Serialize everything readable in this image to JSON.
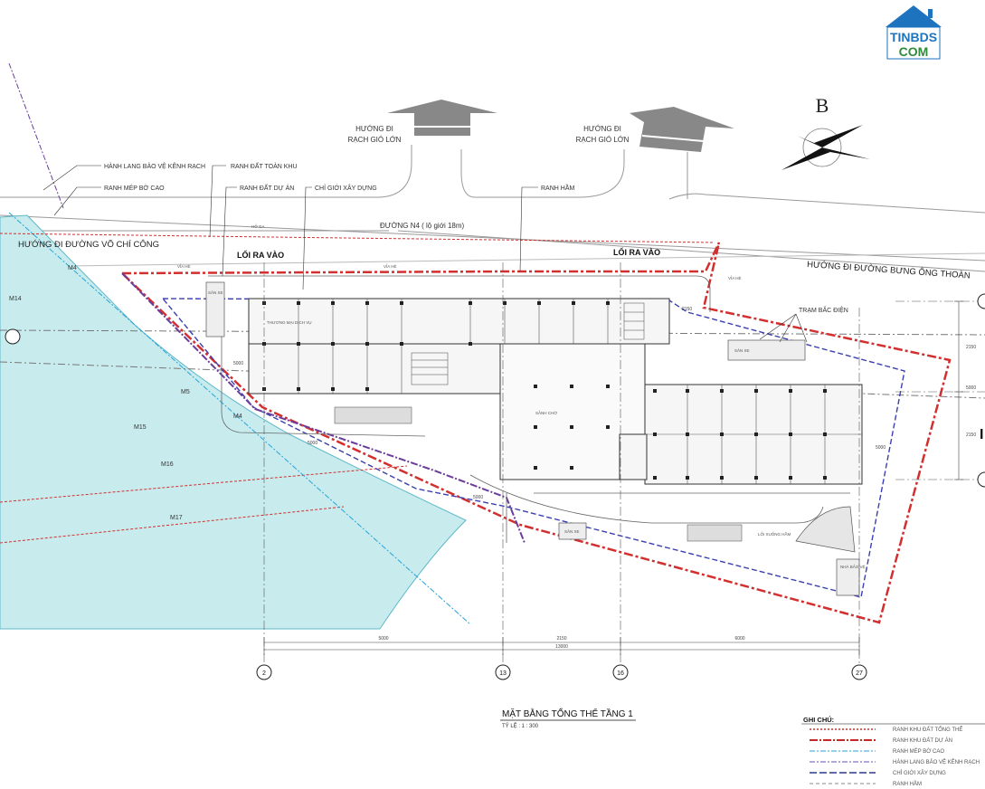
{
  "logo": {
    "line1": "TINBDS",
    "line2": "COM",
    "color_blue": "#1e73be",
    "color_green": "#2e8b3a"
  },
  "compass": {
    "letter": "B"
  },
  "directions": {
    "dir1_line1": "HƯỚNG ĐI",
    "dir1_line2": "RẠCH GIÓ LỚN",
    "dir2_line1": "HƯỚNG ĐI",
    "dir2_line2": "RẠCH GIÓ LỚN",
    "road_label": "ĐƯỜNG N4 ( lộ giới 18m)",
    "vo_chi_cong": "HƯỚNG ĐI ĐƯỜNG VÕ CHÍ CÔNG",
    "bung_ong_thoan": "HƯỚNG ĐI ĐƯỜNG BƯNG ÔNG THOÀN"
  },
  "callouts": {
    "hanh_lang": "HÀNH LANG BẢO VỆ KÊNH RẠCH",
    "ranh_moc": "RANH MÉP BỜ CAO",
    "ranh_toan_khu": "RANH ĐẤT TOÀN KHU",
    "ranh_du_an": "RANH ĐẤT DỰ ÁN",
    "chi_gioi": "CHỈ GIỚI XÂY DỰNG",
    "ranh_ham": "RANH HẦM",
    "tram_bac_dien": "TRẠM BẮC ĐIỆN"
  },
  "entrances": {
    "left": "LỐI RA VÀO",
    "right": "LỐI RA VÀO"
  },
  "markers": {
    "m4a": "M4",
    "m14": "M14",
    "m5": "M5",
    "m4b": "M4",
    "m15": "M15",
    "m16": "M16",
    "m17": "M17"
  },
  "small": {
    "vh1": "VỈA HÈ",
    "vh2": "VỈA HÈ",
    "vh3": "VỈA HÈ",
    "ho_ga": "HỐ GA",
    "san_xe_1": "SÂN XE",
    "san_xe_2": "SÂN XE",
    "san_xe_3": "SÂN XE",
    "shop": "THƯƠNG MẠI DỊCH VỤ",
    "lobby": "SẢNH CHỜ",
    "parking": "LỐI XUỐNG HẦM",
    "guard": "NHÀ BẢO VỆ"
  },
  "dims": {
    "d1": "5000",
    "d2": "2150",
    "d3": "5000",
    "d4": "5000",
    "d5": "5000",
    "bottom_a": "5000",
    "bottom_b": "2150",
    "bottom_c": "6000",
    "bottom_total": "13000",
    "right_a": "2150",
    "right_b": "5000",
    "right_c": "2150"
  },
  "grid_axes": {
    "a": "2",
    "b": "13",
    "c": "16",
    "d": "27",
    "r": "I"
  },
  "title": {
    "main": "MẶT BẰNG TỔNG THỂ TẦNG 1",
    "scale": "TỶ LỆ : 1 : 300"
  },
  "legend": {
    "heading": "GHI CHÚ:",
    "items": [
      {
        "label": "RANH KHU ĐẤT TỔNG THỂ",
        "color": "#d32f2f",
        "style": "dotted"
      },
      {
        "label": "RANH KHU ĐẤT DỰ ÁN",
        "color": "#c62828",
        "style": "dashdot-thick"
      },
      {
        "label": "RANH MÉP BỜ CAO",
        "color": "#29a3d8",
        "style": "dashdot"
      },
      {
        "label": "HÀNH LANG BẢO VỆ KÊNH RẠCH",
        "color": "#6a4fb5",
        "style": "dashdot"
      },
      {
        "label": "CHỈ GIỚI XÂY DỰNG",
        "color": "#2b3a8f",
        "style": "dashed"
      },
      {
        "label": "RANH HẦM",
        "color": "#888888",
        "style": "dashed"
      }
    ]
  },
  "colors": {
    "water": "#c8ecee",
    "red": "#d32f2f",
    "purple": "#6a3d9a",
    "blue": "#3a3fb0",
    "grey": "#9a9a9a",
    "building": "#444444"
  }
}
